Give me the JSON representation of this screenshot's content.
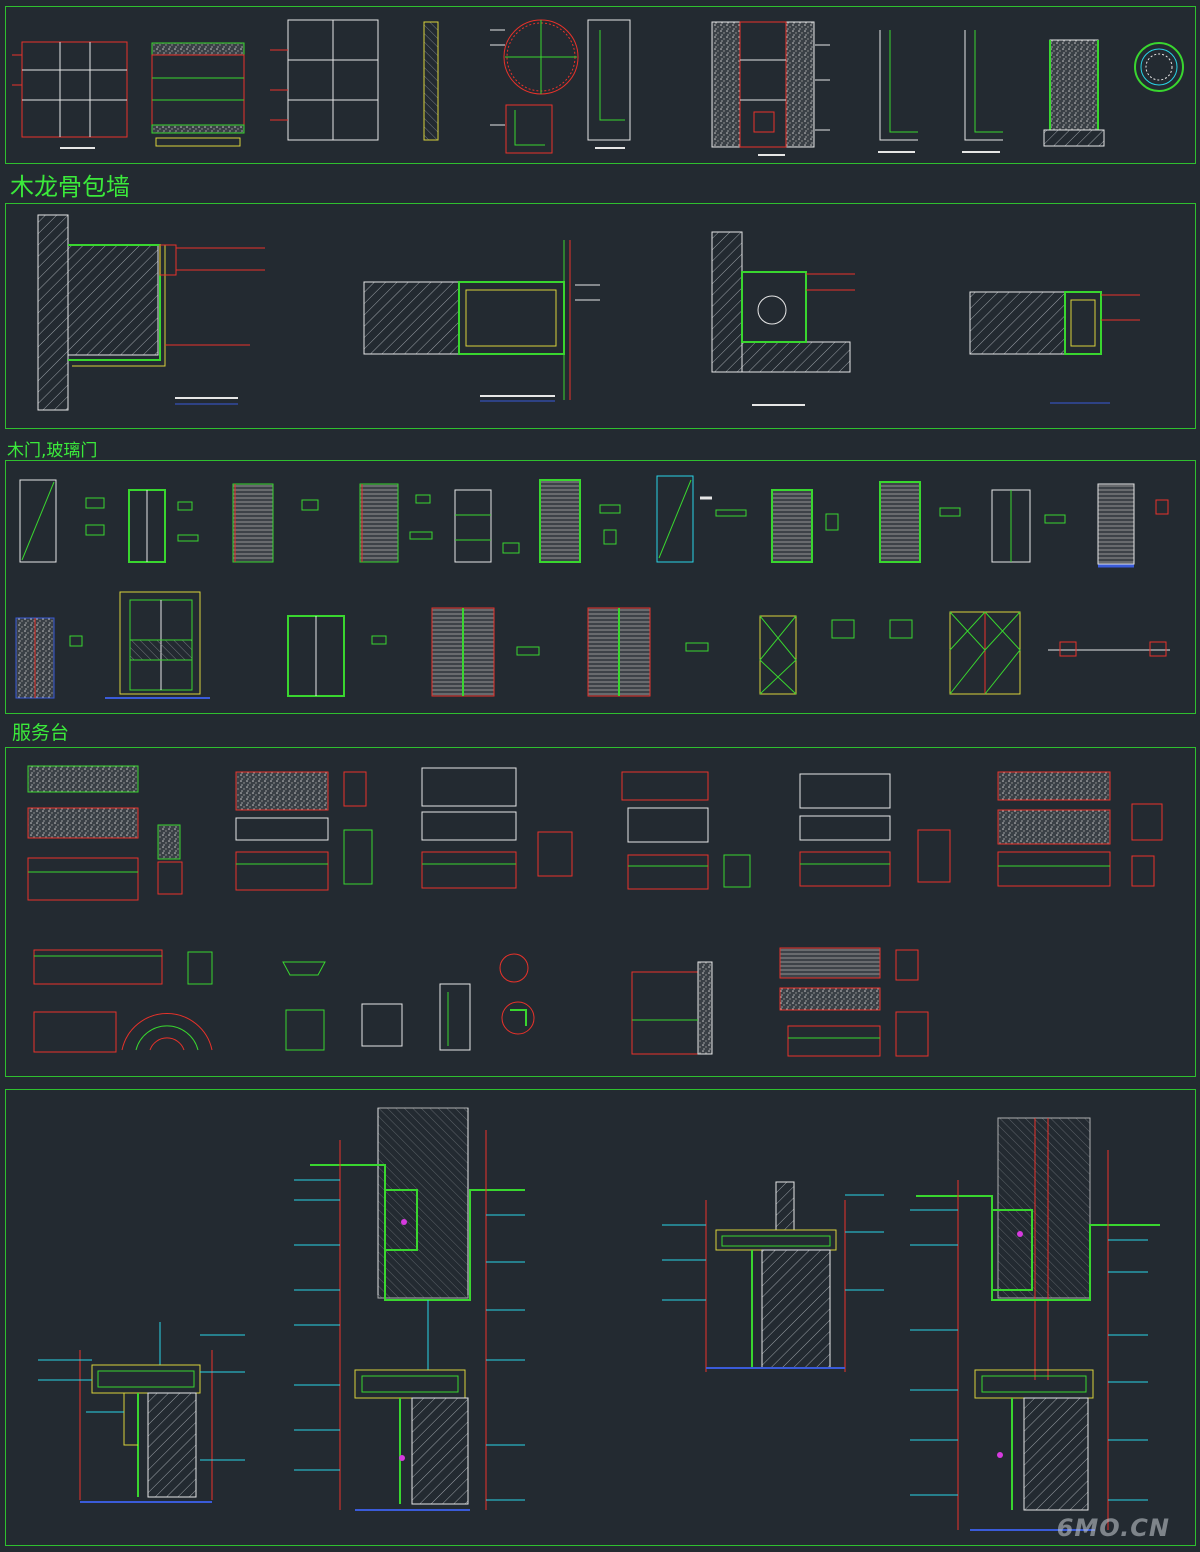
{
  "sections": [
    {
      "id": "top",
      "title": ""
    },
    {
      "id": "wood-wall",
      "title": "木龙骨包墙"
    },
    {
      "id": "doors",
      "title": "木门,玻璃门"
    },
    {
      "id": "service-desk",
      "title": "服务台"
    },
    {
      "id": "details",
      "title": ""
    }
  ],
  "watermark": "6MO.CN",
  "colors": {
    "background": "#232a31",
    "frame": "#2fbf2f",
    "title": "#3bea3b",
    "red": "#e8322a",
    "green": "#39d62f",
    "yellow": "#d9d23a",
    "white": "#e6e6e6",
    "cyan": "#28d4e6",
    "blue": "#3a5bd9",
    "magenta": "#d63adf"
  }
}
